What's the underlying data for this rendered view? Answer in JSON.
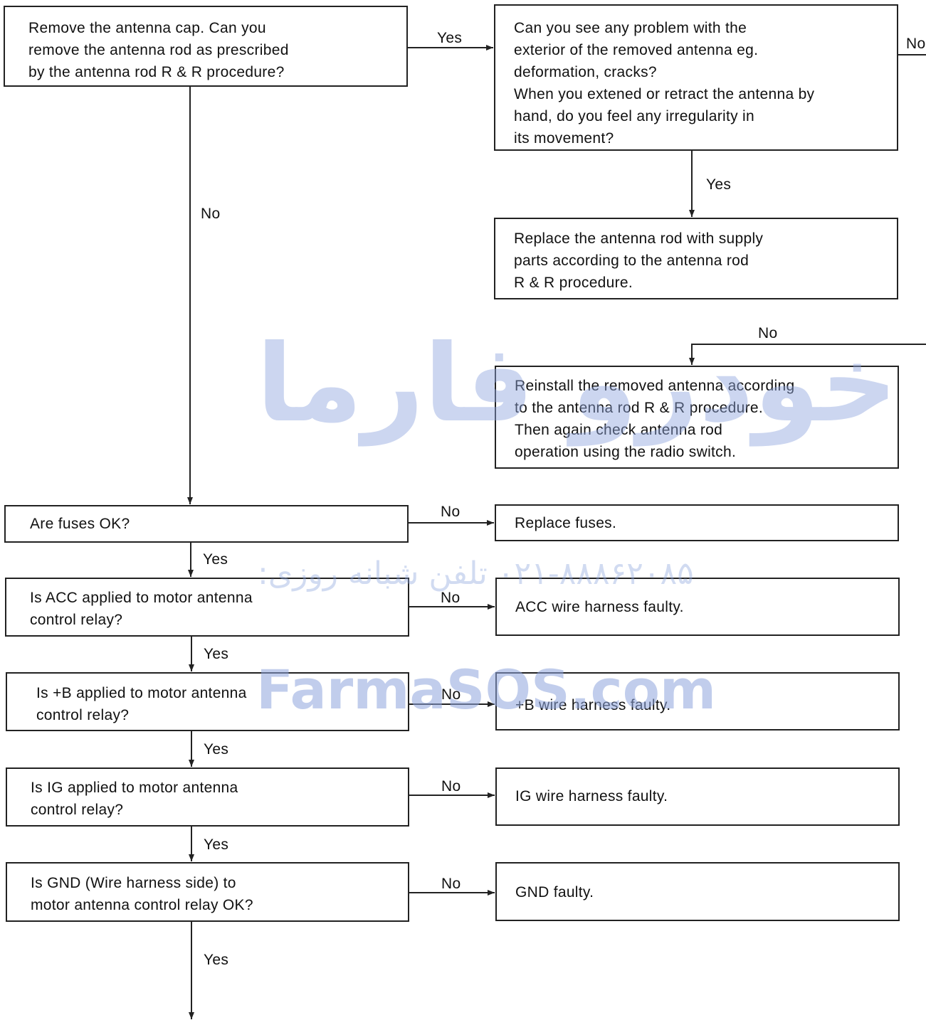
{
  "nodes": {
    "n1": "Remove the antenna cap. Can you\nremove the antenna rod as prescribed\nby the antenna rod R & R procedure?",
    "n2": "Can you see any problem with the\nexterior of the removed antenna eg.\ndeformation, cracks?\nWhen you extened or retract the antenna by\nhand, do you feel any irregularity in\nits movement?",
    "n3": "Replace the antenna rod with supply\nparts according to the antenna rod\nR & R procedure.",
    "n4": "Reinstall the removed antenna according\nto the antenna rod R & R procedure.\nThen again check antenna rod\noperation using the radio switch.",
    "n5": "Are fuses OK?",
    "n6": "Replace fuses.",
    "n7": "Is ACC applied to motor antenna\ncontrol relay?",
    "n8": "ACC wire harness faulty.",
    "n9": "Is +B applied to motor antenna\ncontrol relay?",
    "n10": "+B wire harness faulty.",
    "n11": "Is IG applied to motor antenna\ncontrol relay?",
    "n12": "IG wire harness faulty.",
    "n13": "Is GND (Wire harness side) to\nmotor antenna control relay OK?",
    "n14": "GND faulty."
  },
  "edge_labels": {
    "yes_n1_n2": "Yes",
    "no_n2_right": "No",
    "yes_n2_n3": "Yes",
    "no_n1_n5": "No",
    "no_into_n4": "No",
    "no_n5_n6": "No",
    "yes_n5_n7": "Yes",
    "no_n7_n8": "No",
    "yes_n7_n9": "Yes",
    "no_n9_n10": "No",
    "yes_n9_n11": "Yes",
    "no_n11_n12": "No",
    "yes_n11_n13": "Yes",
    "no_n13_n14": "No",
    "yes_n13_down": "Yes"
  },
  "watermarks": {
    "logo": "امداد خودرو فارما",
    "phone": "۰۲۱-۸۸۸۶۲۰۸۵ تلفن شبانه روزی:",
    "site": "FarmaSOS.com"
  },
  "colors": {
    "line": "#222222",
    "watermark": "#8fa6de"
  }
}
